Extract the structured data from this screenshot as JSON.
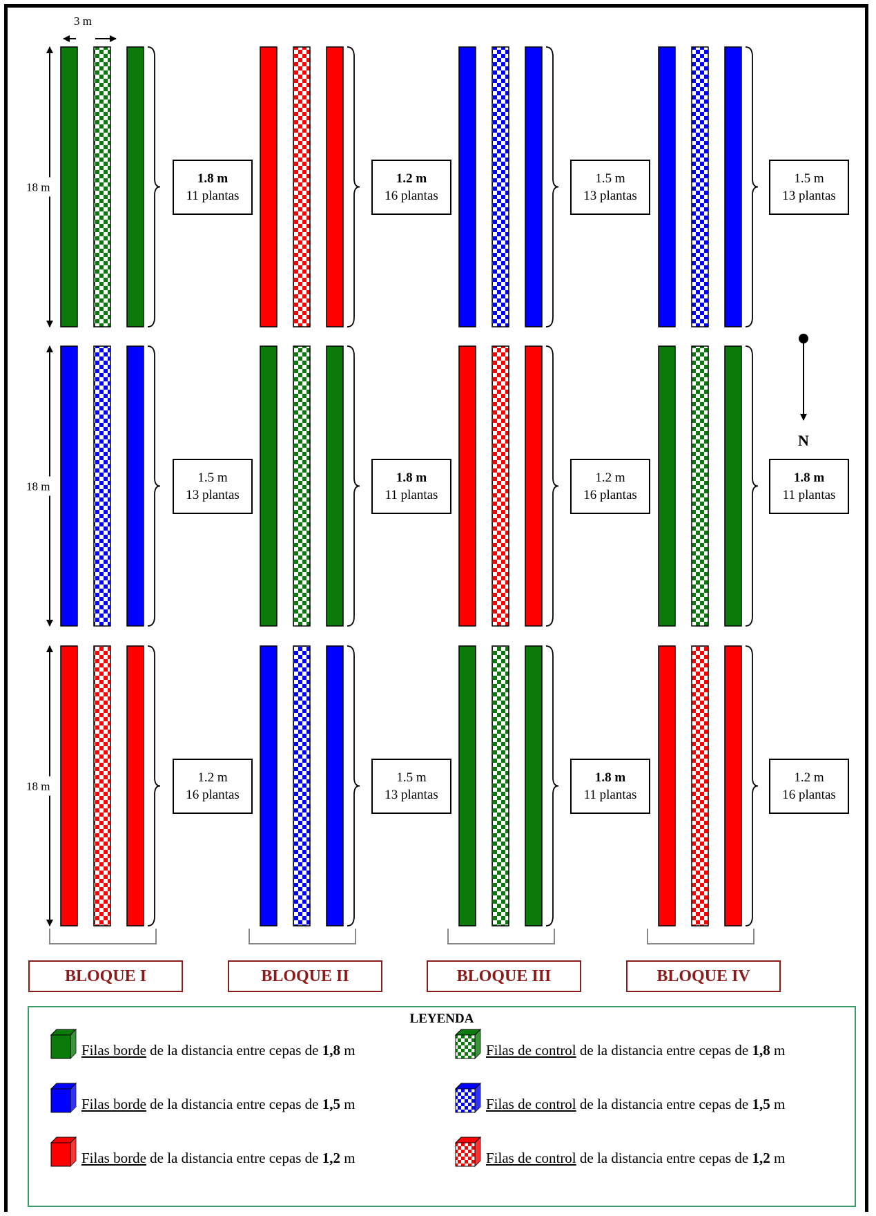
{
  "scale": {
    "width_label": "3 m",
    "length_label": "18 m"
  },
  "colors": {
    "green": "#0a7a0a",
    "blue": "#0000ff",
    "red": "#ff0000"
  },
  "compass": {
    "label": "N"
  },
  "grid": [
    [
      {
        "color": "green",
        "dist": "1.8 m",
        "plants": "11 plantas",
        "bold": true
      },
      {
        "color": "red",
        "dist": "1.2 m",
        "plants": "16 plantas",
        "bold": true
      },
      {
        "color": "blue",
        "dist": "1.5 m",
        "plants": "13 plantas",
        "bold": false
      },
      {
        "color": "blue",
        "dist": "1.5 m",
        "plants": "13 plantas",
        "bold": false
      }
    ],
    [
      {
        "color": "blue",
        "dist": "1.5 m",
        "plants": "13 plantas",
        "bold": false
      },
      {
        "color": "green",
        "dist": "1.8 m",
        "plants": "11 plantas",
        "bold": true
      },
      {
        "color": "red",
        "dist": "1.2 m",
        "plants": "16 plantas",
        "bold": false
      },
      {
        "color": "green",
        "dist": "1.8 m",
        "plants": "11 plantas",
        "bold": true
      }
    ],
    [
      {
        "color": "red",
        "dist": "1.2 m",
        "plants": "16 plantas",
        "bold": false
      },
      {
        "color": "blue",
        "dist": "1.5 m",
        "plants": "13 plantas",
        "bold": false
      },
      {
        "color": "green",
        "dist": "1.8 m",
        "plants": "11 plantas",
        "bold": true
      },
      {
        "color": "red",
        "dist": "1.2 m",
        "plants": "16 plantas",
        "bold": false
      }
    ]
  ],
  "blocks": [
    "BLOQUE I",
    "BLOQUE II",
    "BLOQUE III",
    "BLOQUE IV"
  ],
  "legend": {
    "title": "LEYENDA",
    "items": [
      {
        "color": "green",
        "pattern": "solid",
        "prefix": "Filas borde",
        "text": " de la distancia entre cepas de ",
        "value": "1,8",
        "unit": " m"
      },
      {
        "color": "green",
        "pattern": "checker",
        "prefix": "Filas de control",
        "text": " de la distancia entre cepas de ",
        "value": "1,8",
        "unit": " m"
      },
      {
        "color": "blue",
        "pattern": "solid",
        "prefix": "Filas borde",
        "text": " de la distancia entre cepas de ",
        "value": "1,5",
        "unit": " m"
      },
      {
        "color": "blue",
        "pattern": "checker",
        "prefix": "Filas de control",
        "text": " de la distancia entre cepas de ",
        "value": "1,5",
        "unit": " m"
      },
      {
        "color": "red",
        "pattern": "solid",
        "prefix": "Filas borde",
        "text": " de la distancia entre cepas de ",
        "value": "1,2",
        "unit": " m"
      },
      {
        "color": "red",
        "pattern": "checker",
        "prefix": "Filas de control",
        "text": " de la distancia entre cepas de ",
        "value": "1,2",
        "unit": " m"
      }
    ]
  }
}
